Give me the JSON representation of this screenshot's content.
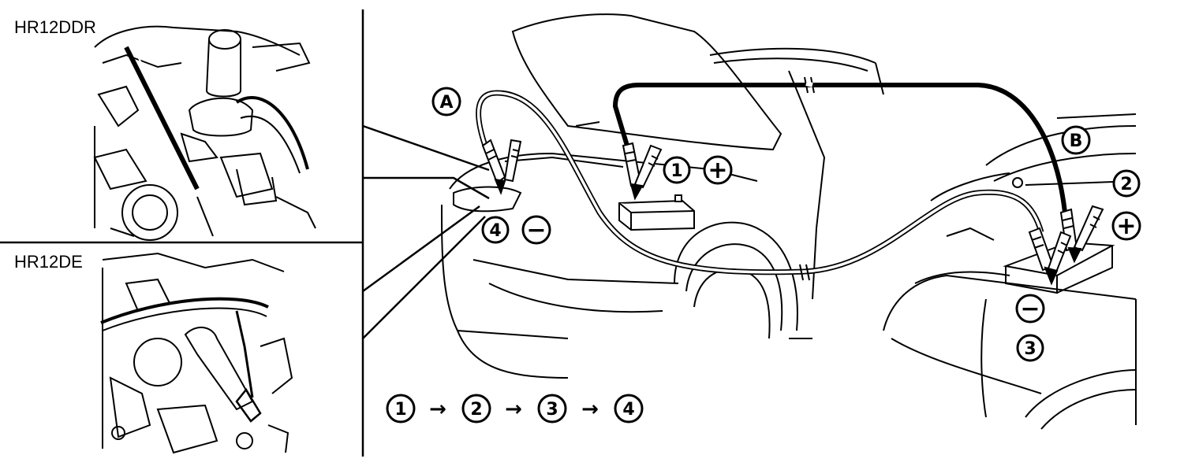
{
  "engines": {
    "top_label": "HR12DDR",
    "bottom_label": "HR12DE"
  },
  "callouts": {
    "cable_a": "A",
    "cable_b": "B"
  },
  "steps": {
    "s1": "1",
    "s2": "2",
    "s3": "3",
    "s4": "4"
  },
  "signs": {
    "plus": "+",
    "minus": "−"
  },
  "sequence": {
    "items": [
      "1",
      "2",
      "3",
      "4"
    ],
    "arrow": "→"
  },
  "colors": {
    "line": "#000000",
    "background": "#ffffff"
  }
}
